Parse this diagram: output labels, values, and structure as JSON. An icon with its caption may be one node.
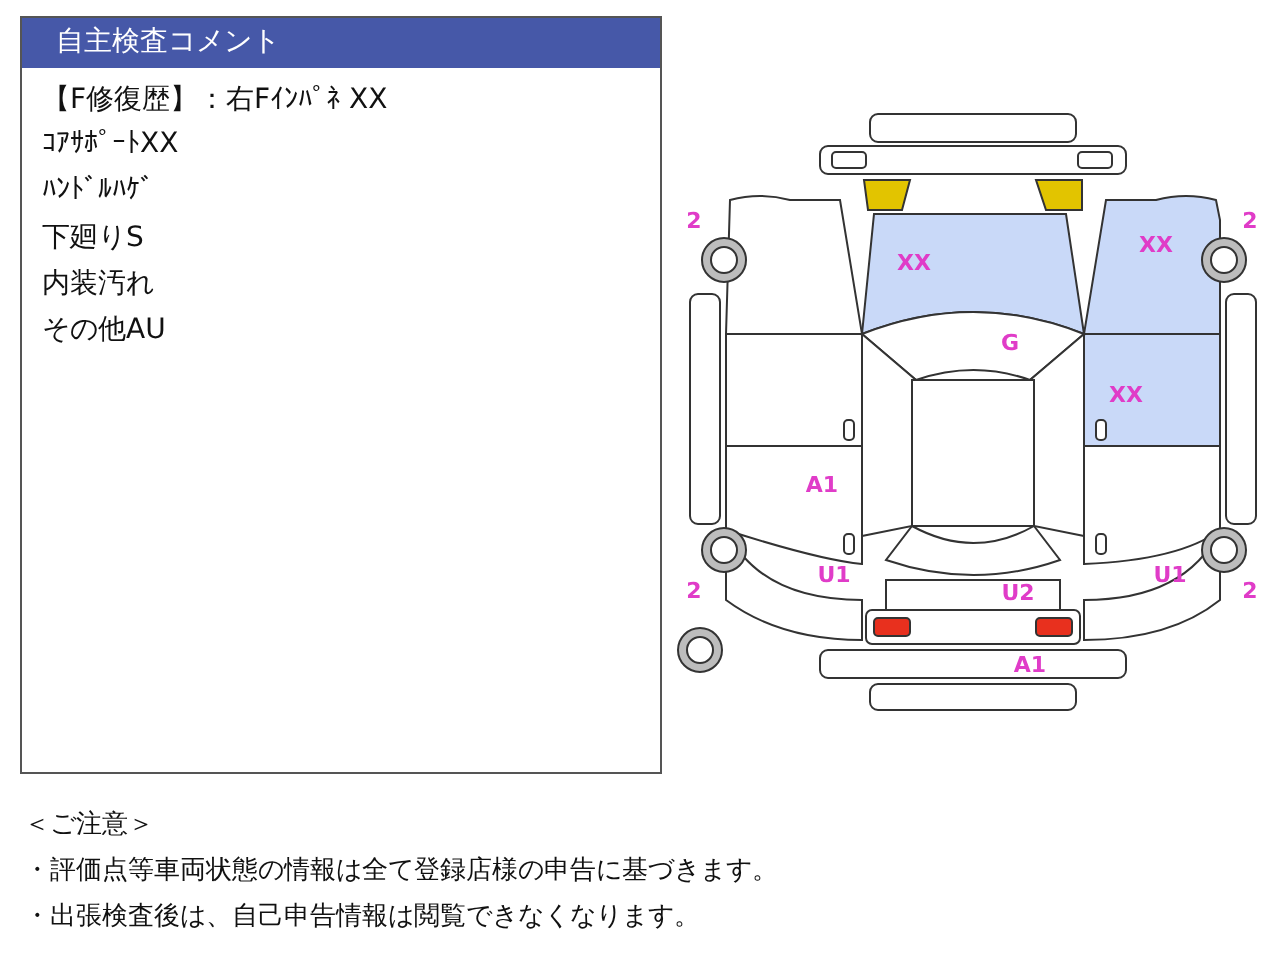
{
  "diagram": {
    "nodes": [
      {
        "text": [
          "自主検査コメント",
          "【F修復歴】：右Fｲﾝﾊﾟﾈ XX",
          "ｺｱｻﾎﾟｰﾄXX",
          "ﾊﾝﾄﾞﾙﾊｹﾞ",
          "下廻りS",
          "内装汚れ",
          "その他AU"
        ]
      }
    ],
    "labels": [
      "2",
      "2",
      "XX",
      "XX",
      "G",
      "XX",
      "A1",
      "U1",
      "U1",
      "2",
      "U2",
      "2",
      "A1",
      "＜ご注意＞",
      "・評価点等車両状態の情報は全て登録店様の申告に基づきます。",
      "・出張検査後は、自己申告情報は閲覧できなくなります。"
    ]
  }
}
